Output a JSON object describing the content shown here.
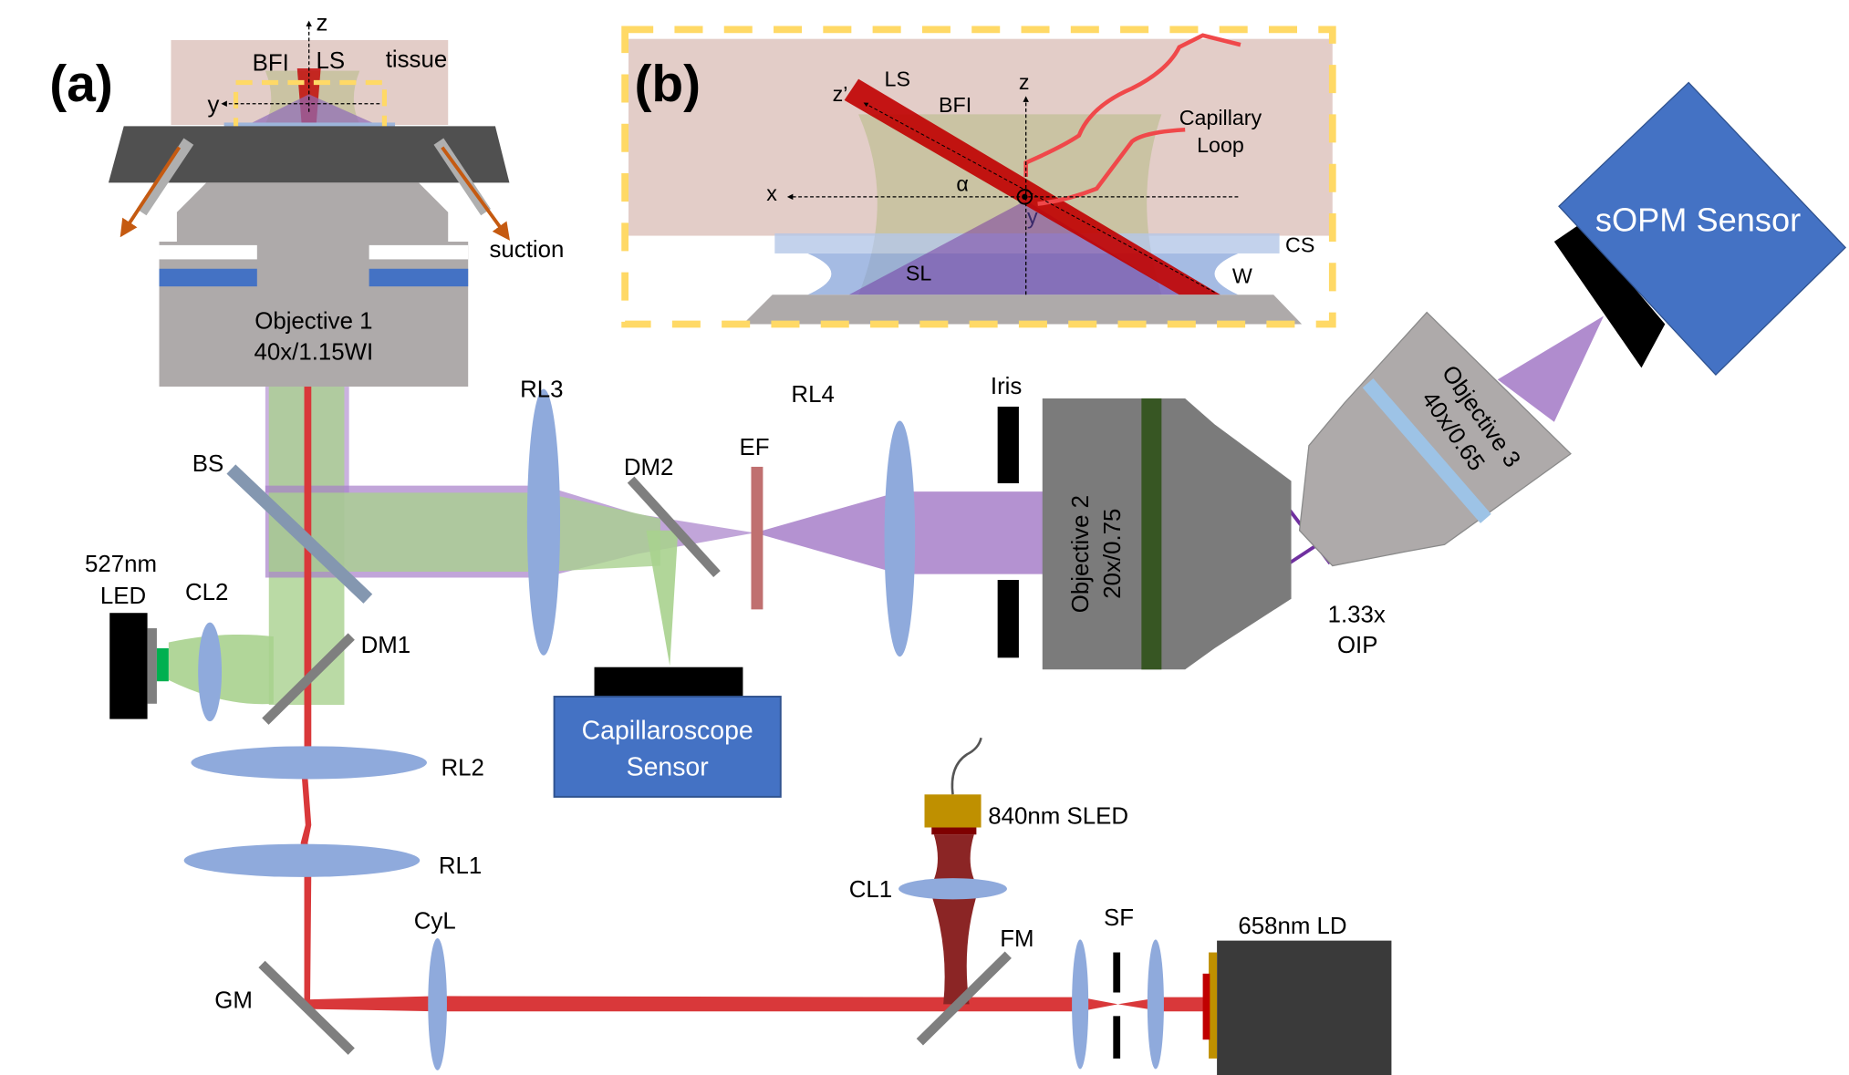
{
  "panel_a": {
    "label": "(a)",
    "axis_z": "z",
    "axis_y": "y",
    "bfi": "BFI",
    "ls": "LS",
    "tissue": "tissue",
    "suction": "suction",
    "objective1": [
      "Objective 1",
      "40x/1.15WI"
    ],
    "bs": "BS",
    "led": [
      "527nm",
      "LED"
    ],
    "cl2": "CL2",
    "dm1": "DM1",
    "rl2": "RL2",
    "rl1": "RL1",
    "gm": "GM",
    "cyl": "CyL",
    "rl3": "RL3",
    "dm2": "DM2",
    "ef": "EF",
    "rl4": "RL4",
    "iris": "Iris",
    "capillaroscope": [
      "Capillaroscope",
      "Sensor"
    ],
    "objective2": [
      "Objective 2",
      "20x/0.75"
    ],
    "oip": [
      "1.33x",
      "OIP"
    ],
    "objective3": [
      "Objective 3",
      "40x/0.65"
    ],
    "sopm": "sOPM Sensor",
    "sled": "840nm SLED",
    "cl1": "CL1",
    "fm": "FM",
    "sf": "SF",
    "ld": "658nm LD"
  },
  "panel_b": {
    "label": "(b)",
    "ls": "LS",
    "zprime": "z’",
    "bfi": "BFI",
    "z": "z",
    "x": "x",
    "y": "y",
    "alpha": "α",
    "capillary": [
      "Capillary",
      "Loop"
    ],
    "cs": "CS",
    "w": "W",
    "sl": "SL"
  },
  "colors": {
    "green_beam": "#A9D18E",
    "purple_beam": "#A77FC9",
    "red_beam": "#D9383A",
    "lens": "#8FAADC",
    "sensor_blue": "#4472C4",
    "highlight": "#FFD966"
  }
}
